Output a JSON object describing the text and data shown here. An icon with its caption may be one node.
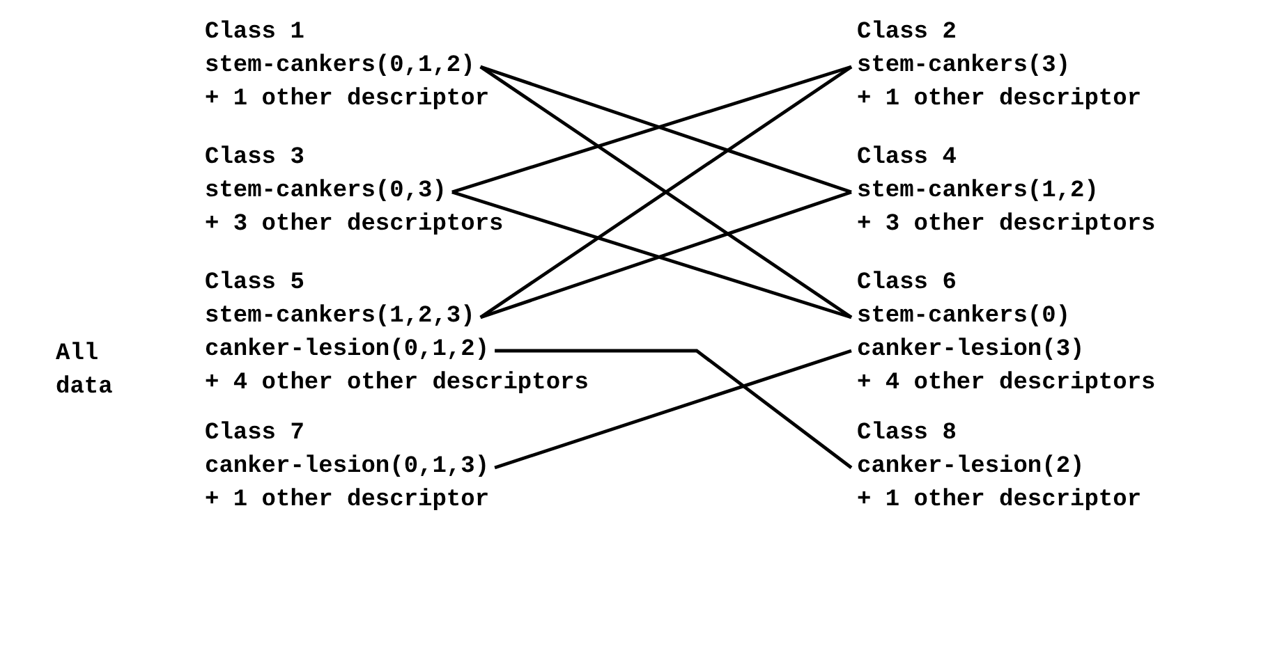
{
  "diagram": {
    "nodes": [
      {
        "text": [
          "Class 1",
          "stem-cankers(0,1,2)",
          "+ 1 other descriptor"
        ]
      },
      {
        "text": [
          "Class 2",
          "stem-cankers(3)",
          "+ 1 other descriptor"
        ]
      },
      {
        "text": [
          "Class 3",
          "stem-cankers(0,3)",
          "+ 3 other descriptors"
        ]
      },
      {
        "text": [
          "Class 4",
          "stem-cankers(1,2)",
          "+ 3 other descriptors"
        ]
      },
      {
        "text": [
          "Class 5",
          "stem-cankers(1,2,3)",
          "canker-lesion(0,1,2)",
          "+ 4 other other descriptors"
        ]
      },
      {
        "text": [
          "Class 6",
          "stem-cankers(0)",
          "canker-lesion(3)",
          "+ 4 other descriptors"
        ]
      },
      {
        "text": [
          "Class 7",
          "canker-lesion(0,1,3)",
          "+ 1 other descriptor"
        ]
      },
      {
        "text": [
          "Class 8",
          "canker-lesion(2)",
          "+ 1 other descriptor"
        ]
      }
    ],
    "edges": [
      {
        "from": 0,
        "to": 3,
        "arrow": "none"
      },
      {
        "from": 0,
        "to": 5,
        "arrow": "none"
      },
      {
        "from": 2,
        "to": 1,
        "arrow": "none"
      },
      {
        "from": 2,
        "to": 5,
        "arrow": "none"
      },
      {
        "from": 4,
        "to": 1,
        "arrow": "none"
      },
      {
        "from": 4,
        "to": 3,
        "arrow": "none"
      },
      {
        "from": 4,
        "to": 7,
        "arrow": "none"
      },
      {
        "from": 6,
        "to": 5,
        "arrow": "none"
      }
    ],
    "labels": [
      "All",
      "data"
    ]
  }
}
